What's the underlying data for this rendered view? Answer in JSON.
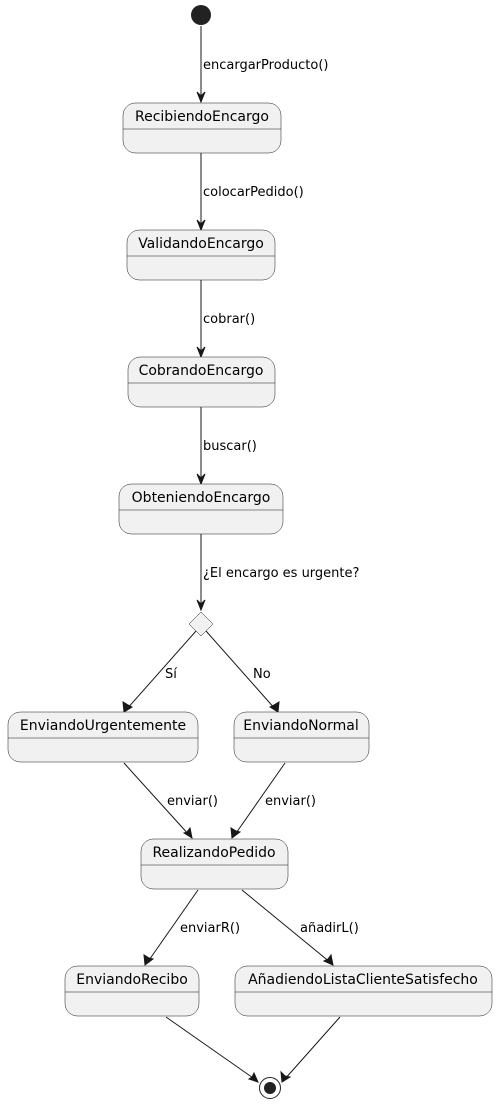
{
  "diagram": {
    "states": {
      "recibiendo": "RecibiendoEncargo",
      "validando": "ValidandoEncargo",
      "cobrando": "CobrandoEncargo",
      "obteniendo": "ObteniendoEncargo",
      "urgente": "EnviandoUrgentemente",
      "normal": "EnviandoNormal",
      "realizando": "RealizandoPedido",
      "recibo": "EnviandoRecibo",
      "lista": "AñadiendoListaClienteSatisfecho"
    },
    "transitions": {
      "start_to_recibiendo": "encargarProducto()",
      "recibiendo_to_validando": "colocarPedido()",
      "validando_to_cobrando": "cobrar()",
      "cobrando_to_obteniendo": "buscar()",
      "obteniendo_to_choice": "¿El encargo es urgente?",
      "choice_to_urgente": "Sí",
      "choice_to_normal": "No",
      "urgente_to_realizando": "enviar()",
      "normal_to_realizando": "enviar()",
      "realizando_to_recibo": "enviarR()",
      "realizando_to_lista": "añadirL()"
    }
  }
}
